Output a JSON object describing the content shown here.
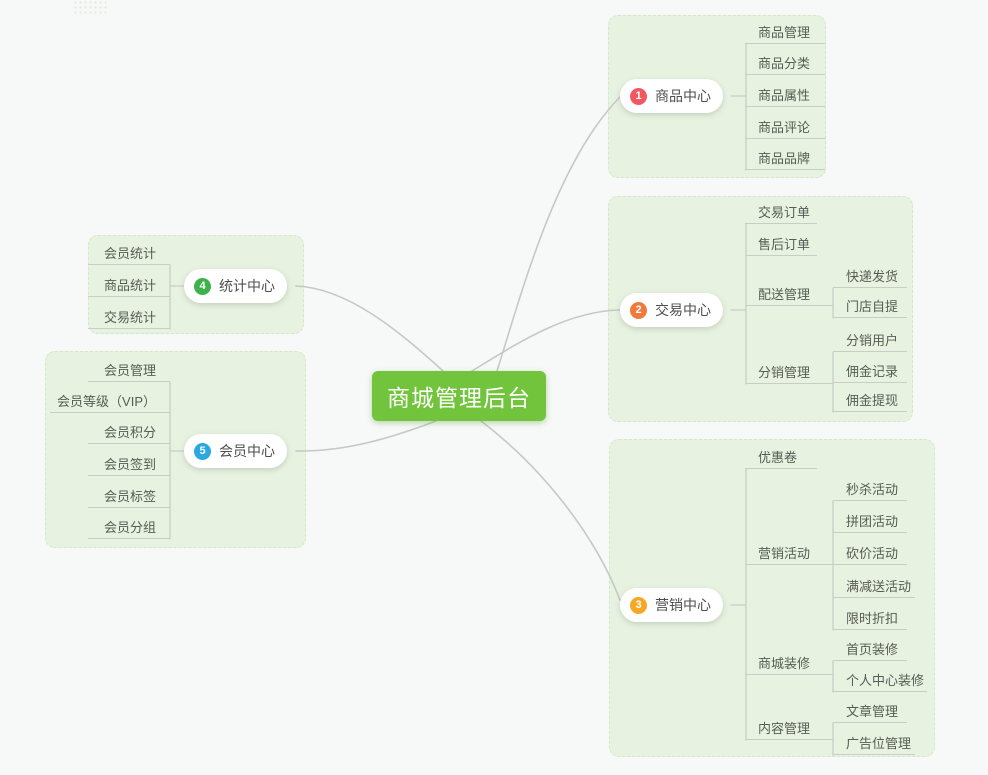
{
  "center": {
    "label": "商城管理后台"
  },
  "colors": {
    "background": "#f7f8f8",
    "panel_bg": "#e8f2e0",
    "panel_border": "#d6e7c9",
    "center_bg": "#72c43d",
    "center_text": "#ffffff",
    "node_text": "#4e4e4e",
    "item_text": "#565c55",
    "connector_line": "#c6c8c6",
    "badge_1": "#f25862",
    "badge_2": "#f0793c",
    "badge_3": "#f6a723",
    "badge_4": "#3eb24a",
    "badge_5": "#2aa8e0"
  },
  "branches": [
    {
      "badge": "1",
      "label": "商品中心",
      "children": [
        {
          "label": "商品管理"
        },
        {
          "label": "商品分类"
        },
        {
          "label": "商品属性"
        },
        {
          "label": "商品评论"
        },
        {
          "label": "商品品牌"
        }
      ]
    },
    {
      "badge": "2",
      "label": "交易中心",
      "children": [
        {
          "label": "交易订单"
        },
        {
          "label": "售后订单"
        },
        {
          "label": "配送管理",
          "children": [
            {
              "label": "快递发货"
            },
            {
              "label": "门店自提"
            }
          ]
        },
        {
          "label": "分销管理",
          "children": [
            {
              "label": "分销用户"
            },
            {
              "label": "佣金记录"
            },
            {
              "label": "佣金提现"
            }
          ]
        }
      ]
    },
    {
      "badge": "3",
      "label": "营销中心",
      "children": [
        {
          "label": "优惠卷"
        },
        {
          "label": "营销活动",
          "children": [
            {
              "label": "秒杀活动"
            },
            {
              "label": "拼团活动"
            },
            {
              "label": "砍价活动"
            },
            {
              "label": "满减送活动"
            },
            {
              "label": "限时折扣"
            }
          ]
        },
        {
          "label": "商城装修",
          "children": [
            {
              "label": "首页装修"
            },
            {
              "label": "个人中心装修"
            }
          ]
        },
        {
          "label": "内容管理",
          "children": [
            {
              "label": "文章管理"
            },
            {
              "label": "广告位管理"
            }
          ]
        }
      ]
    },
    {
      "badge": "4",
      "label": "统计中心",
      "children": [
        {
          "label": "会员统计"
        },
        {
          "label": "商品统计"
        },
        {
          "label": "交易统计"
        }
      ]
    },
    {
      "badge": "5",
      "label": "会员中心",
      "children": [
        {
          "label": "会员管理"
        },
        {
          "label": "会员等级（VIP）"
        },
        {
          "label": "会员积分"
        },
        {
          "label": "会员签到"
        },
        {
          "label": "会员标签"
        },
        {
          "label": "会员分组"
        }
      ]
    }
  ]
}
